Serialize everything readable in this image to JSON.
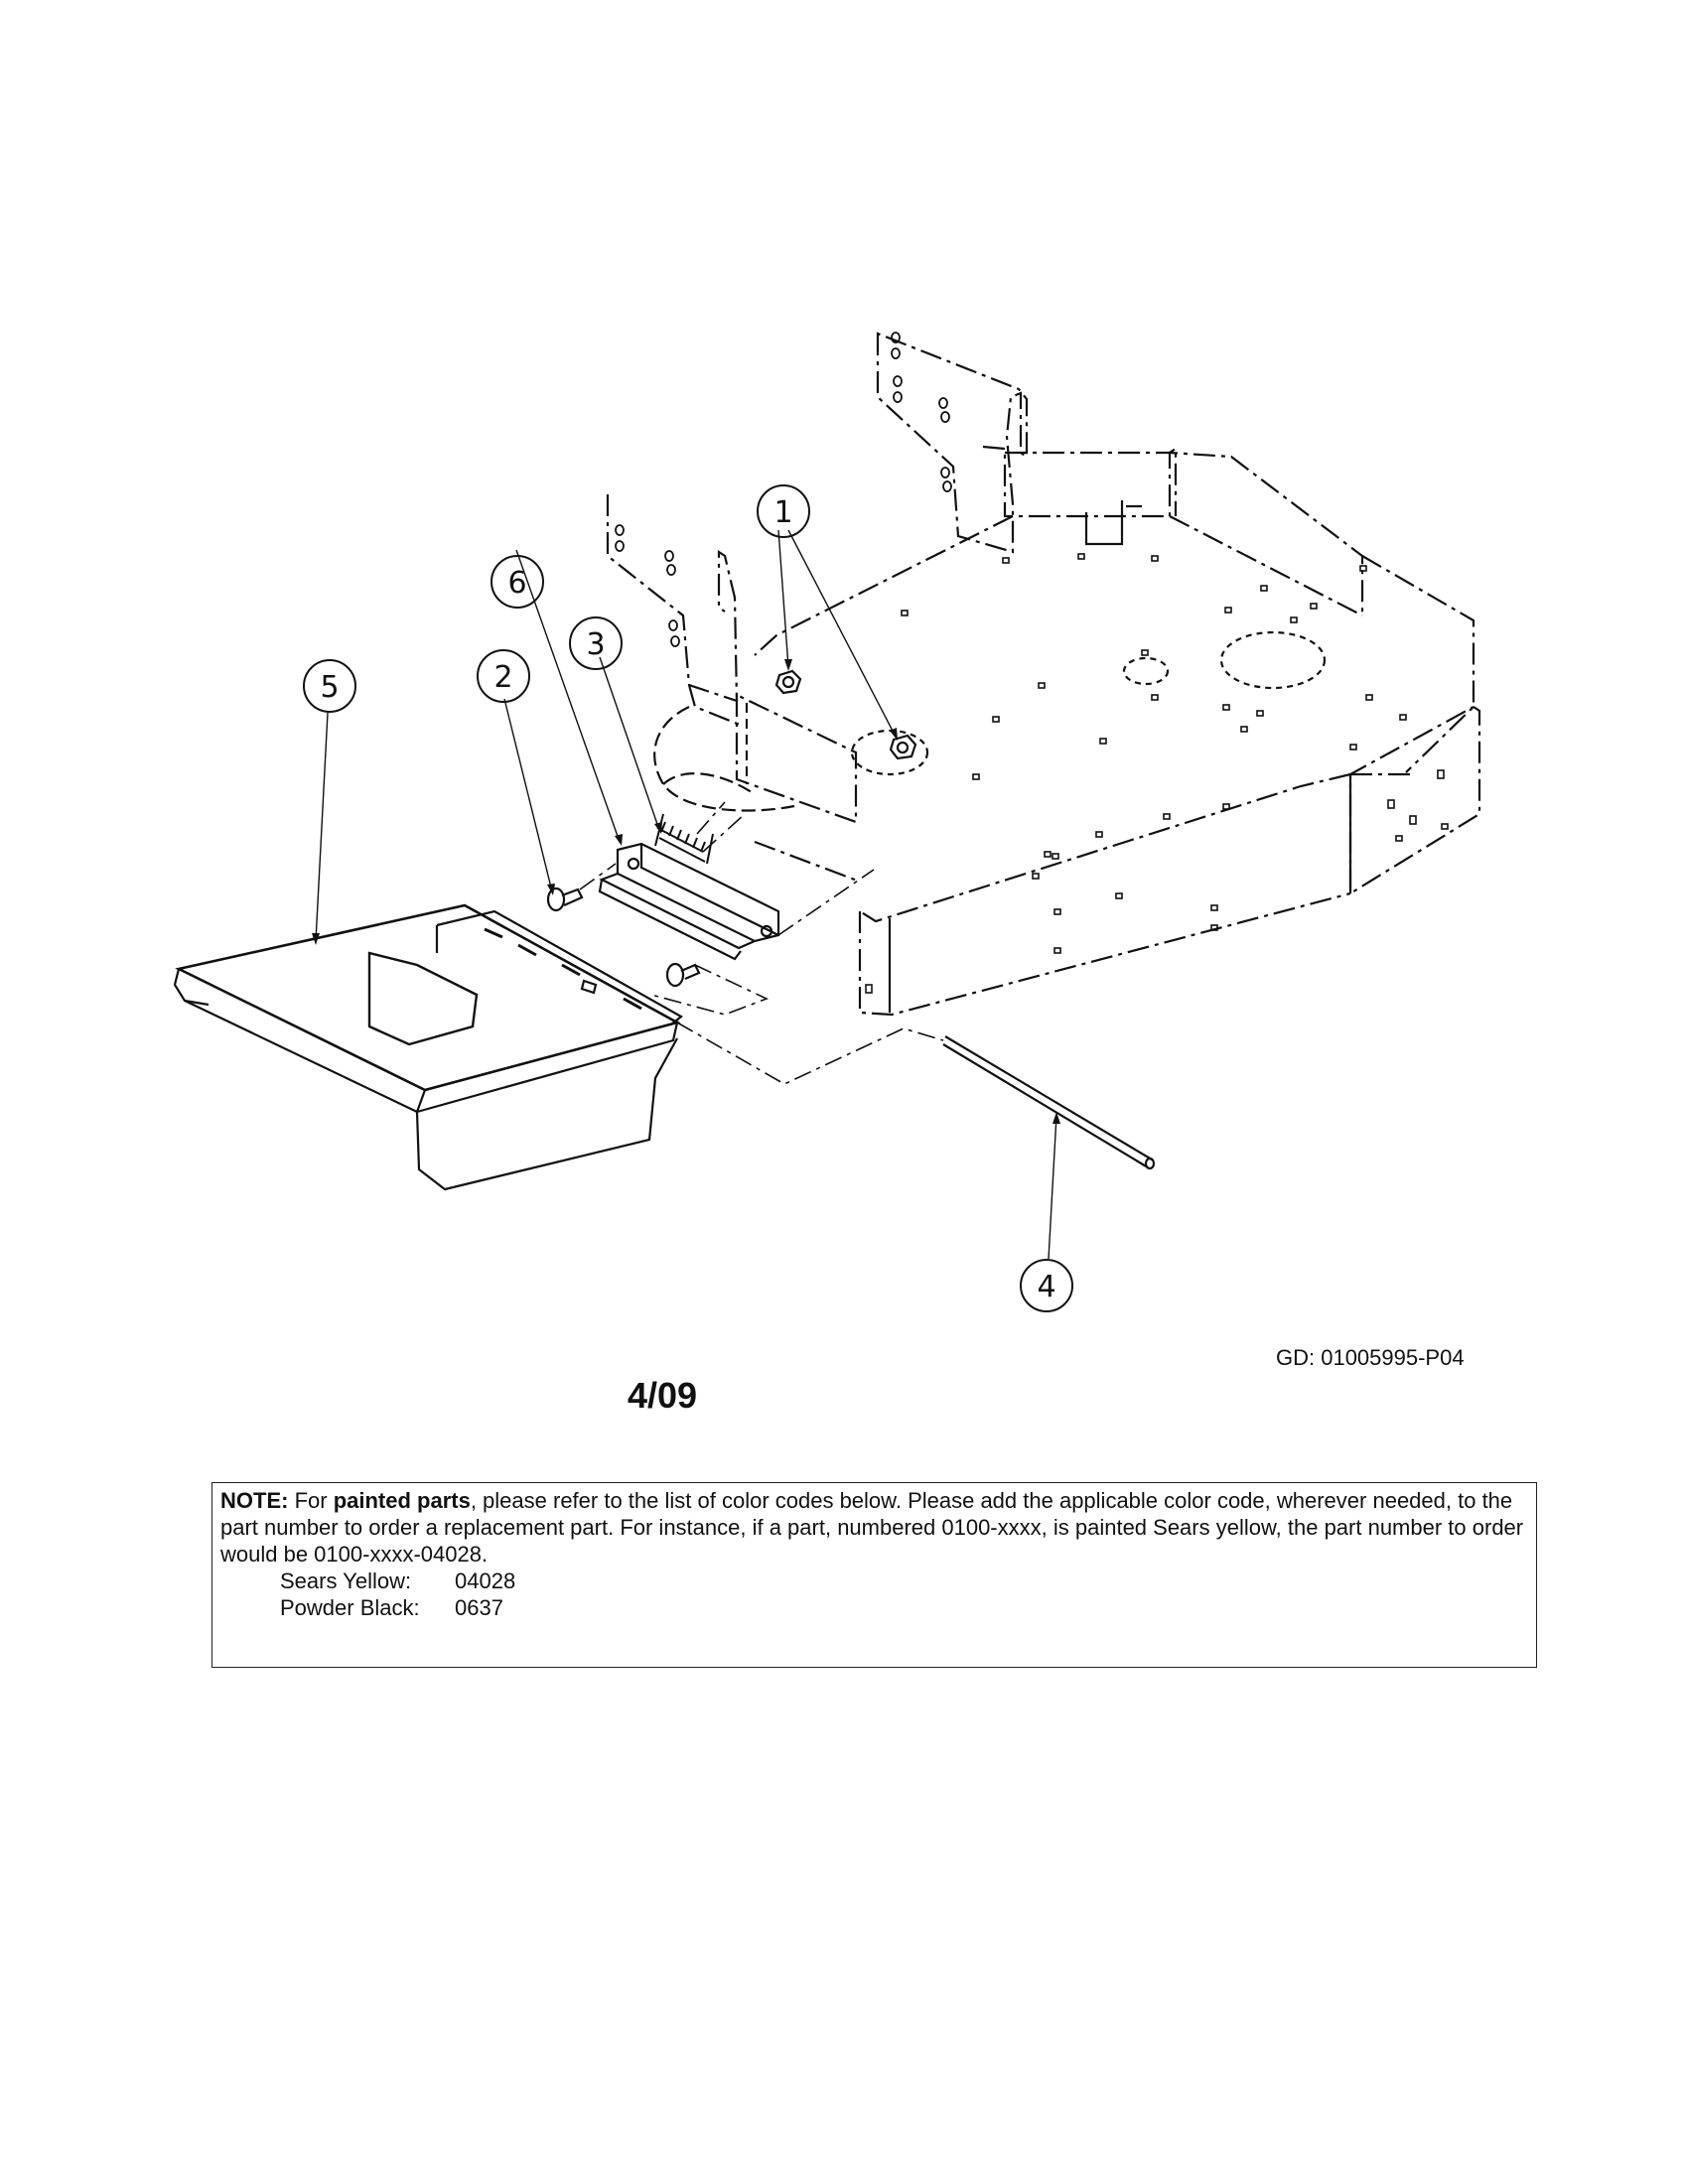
{
  "diagram": {
    "callouts": [
      "1",
      "2",
      "3",
      "4",
      "5",
      "6"
    ]
  },
  "gd_code": "GD: 01005995-P04",
  "page_stamp": "4/09",
  "note": {
    "label": "NOTE:",
    "text_a": " For ",
    "bold_b": "painted parts",
    "text_c": ", please refer to the list of color codes below. Please add the applicable color code, wherever needed, to the part number to order a replacement part. For instance, if a part, numbered 0100-xxxx, is painted Sears yellow, the part number to order would be 0100-xxxx-04028.",
    "codes": [
      {
        "name": "Sears Yellow:",
        "code": "04028"
      },
      {
        "name": "Powder Black:",
        "code": "0637"
      }
    ]
  }
}
